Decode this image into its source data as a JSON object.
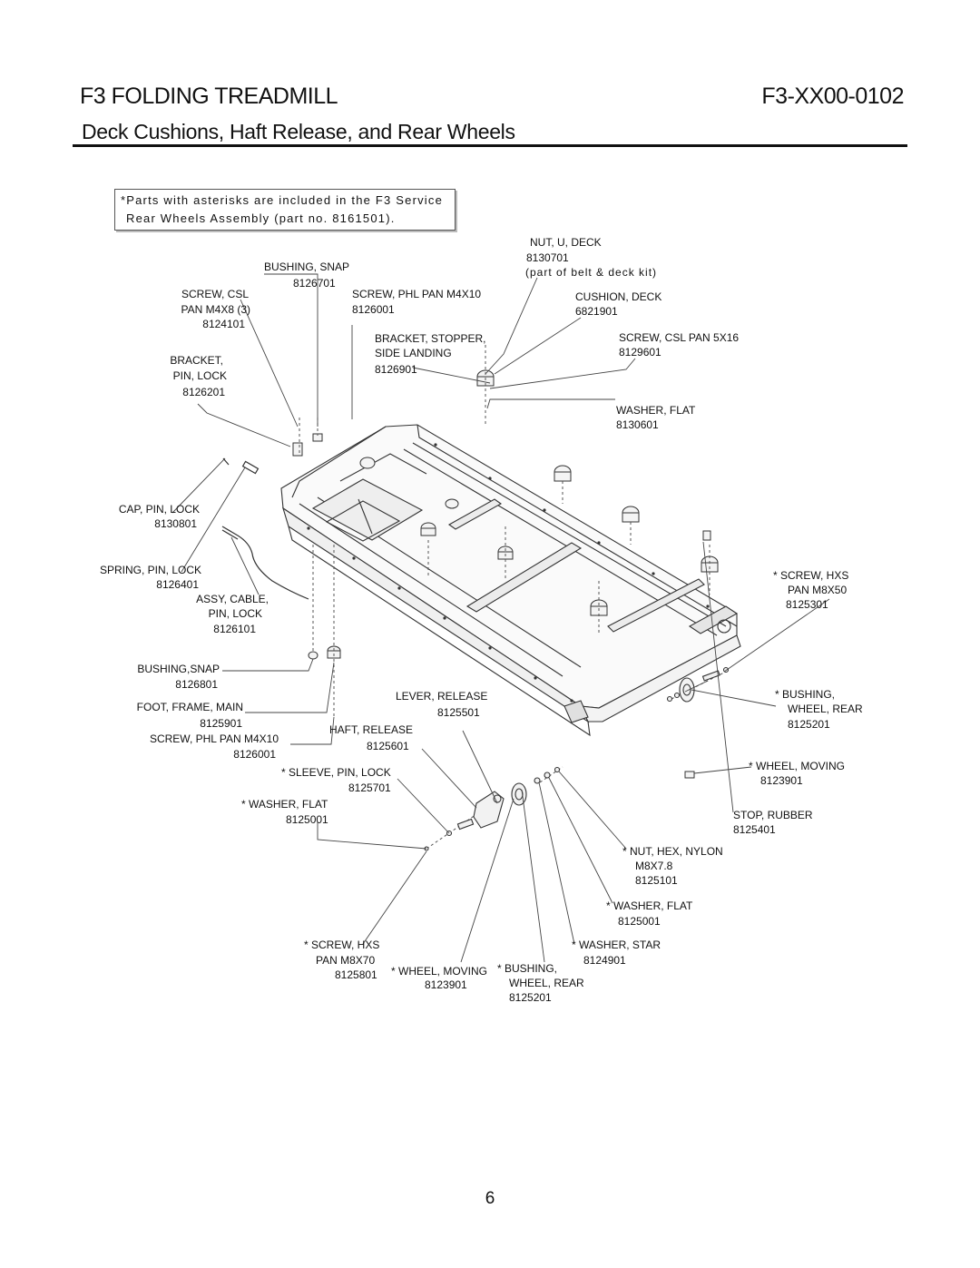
{
  "header": {
    "title": "F3 FOLDING TREADMILL",
    "code": "F3-XX00-0102",
    "subtitle": "Deck Cushions, Haft Release, and Rear Wheels"
  },
  "note": {
    "line1": "*Parts with asterisks are included in the F3 Service",
    "line2": "Rear Wheels Assembly (part no. 8161501)."
  },
  "callouts": {
    "nut_u_deck": {
      "name": "NUT, U, DECK",
      "part": "8130701",
      "extra": "(part of  belt & deck kit)"
    },
    "bushing_snap_top": {
      "name": "BUSHING, SNAP",
      "part": "8126701"
    },
    "screw_csl_pan": {
      "name1": "SCREW, CSL",
      "name2": "PAN M4X8 (3)",
      "part": "8124101"
    },
    "screw_phl_pan_top": {
      "name": "SCREW, PHL PAN M4X10",
      "part": "8126001"
    },
    "cushion_deck": {
      "name": "CUSHION, DECK",
      "part": "6821901"
    },
    "bracket_stopper": {
      "name1": "BRACKET, STOPPER,",
      "name2": "SIDE LANDING",
      "part": "8126901"
    },
    "screw_csl_pan_5x16": {
      "name": "SCREW, CSL PAN 5X16",
      "part": "8129601"
    },
    "bracket_pin_lock": {
      "name1": "BRACKET,",
      "name2": "PIN, LOCK",
      "part": "8126201"
    },
    "washer_flat_right": {
      "name": "WASHER, FLAT",
      "part": "8130601"
    },
    "cap_pin_lock": {
      "name": "CAP, PIN, LOCK",
      "part": "8130801"
    },
    "spring_pin_lock": {
      "name": "SPRING, PIN, LOCK",
      "part": "8126401"
    },
    "assy_cable": {
      "name1": "ASSY, CABLE,",
      "name2": "PIN, LOCK",
      "part": "8126101"
    },
    "screw_hxs_m8x50": {
      "name1": "* SCREW, HXS",
      "name2": "PAN M8X50",
      "part": "8125301"
    },
    "bushing_snap_lower": {
      "name": "BUSHING,SNAP",
      "part": "8126801"
    },
    "foot_frame_main": {
      "name": "FOOT, FRAME, MAIN",
      "part": "8125901"
    },
    "screw_phl_pan_lower": {
      "name": "SCREW, PHL PAN M4X10",
      "part": "8126001"
    },
    "lever_release": {
      "name": "LEVER, RELEASE",
      "part": "8125501"
    },
    "haft_release": {
      "name": "HAFT, RELEASE",
      "part": "8125601"
    },
    "bushing_wheel_rear_right": {
      "name1": "* BUSHING,",
      "name2": "WHEEL, REAR",
      "part": "8125201"
    },
    "sleeve_pin_lock": {
      "name": "* SLEEVE, PIN, LOCK",
      "part": "8125701"
    },
    "wheel_moving_right": {
      "name": "* WHEEL, MOVING",
      "part": "8123901"
    },
    "washer_flat_left": {
      "name": "* WASHER, FLAT",
      "part": "8125001"
    },
    "stop_rubber": {
      "name": "STOP, RUBBER",
      "part": "8125401"
    },
    "nut_hex_nylon": {
      "name1": "* NUT, HEX, NYLON",
      "name2": "M8X7.8",
      "part": "8125101"
    },
    "washer_flat_bottom": {
      "name": "* WASHER, FLAT",
      "part": "8125001"
    },
    "screw_hxs_m8x70": {
      "name1": "* SCREW, HXS",
      "name2": "PAN M8X70",
      "part": "8125801"
    },
    "wheel_moving_bottom": {
      "name": "* WHEEL, MOVING",
      "part": "8123901"
    },
    "bushing_wheel_rear_bottom": {
      "name1": "* BUSHING,",
      "name2": "WHEEL, REAR",
      "part": "8125201"
    },
    "washer_star": {
      "name": "* WASHER, STAR",
      "part": "8124901"
    }
  },
  "page_number": "6"
}
